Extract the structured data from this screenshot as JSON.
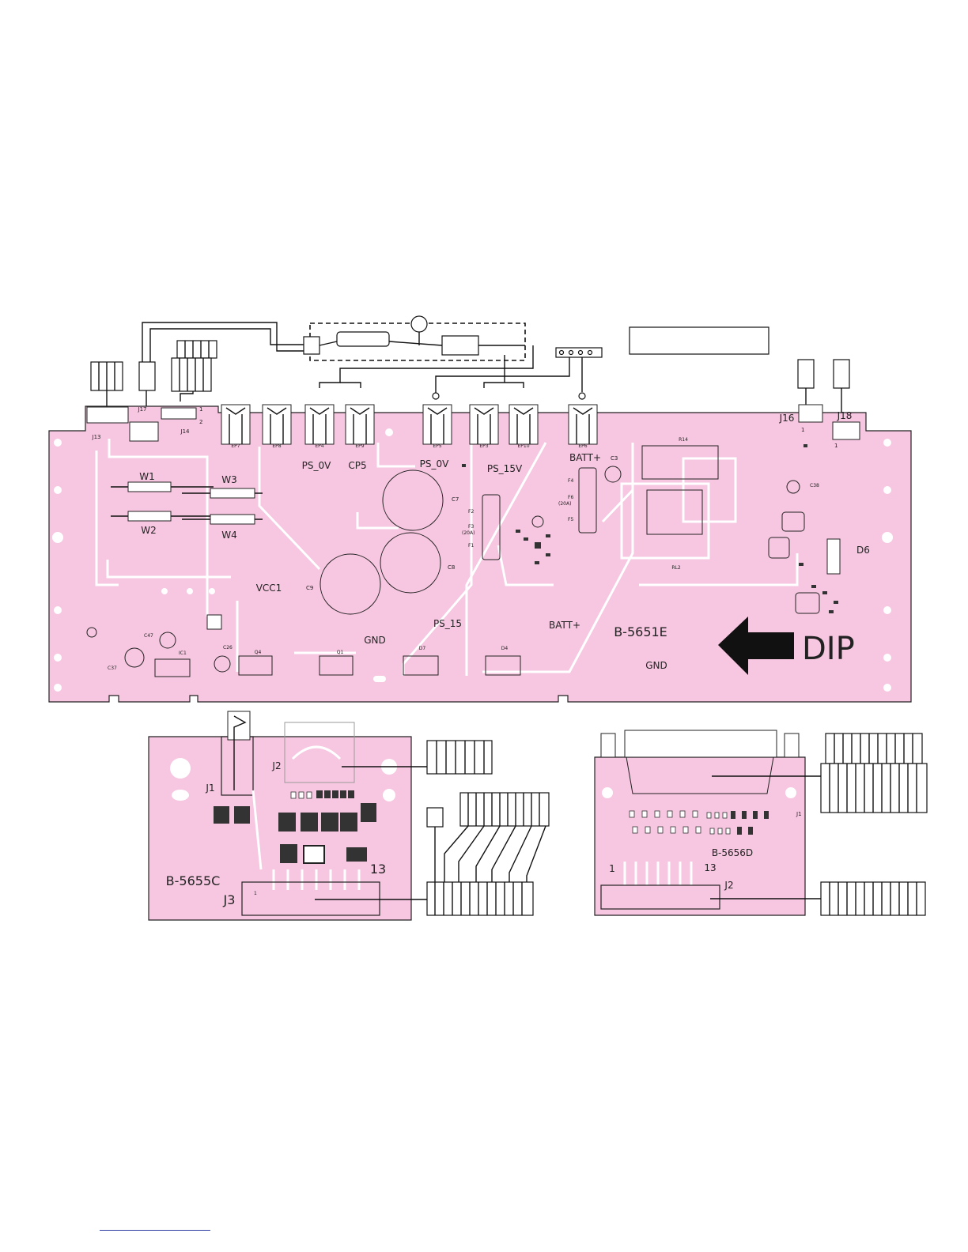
{
  "main_board": {
    "name": "B-5651E",
    "connectors": [
      "J13",
      "J17",
      "J14",
      "J16",
      "J18"
    ],
    "connector_pins": {
      "j14_1": "1",
      "j14_2": "2",
      "j16_1": "1",
      "j18_1": "1"
    },
    "eyelets": [
      "EP7",
      "EP8",
      "EP4",
      "EP9",
      "EP5",
      "EP3",
      "EP10",
      "EP6"
    ],
    "wires": [
      "W1",
      "W2",
      "W3",
      "W4"
    ],
    "nets": {
      "ps0v_a": "PS_0V",
      "cp5": "CP5",
      "ps0v_b": "PS_0V",
      "ps15v": "PS_15V",
      "batt_a": "BATT+",
      "vcc1": "VCC1",
      "gnd_a": "GND",
      "ps15": "PS_15",
      "batt_b": "BATT+",
      "gnd_b": "GND"
    },
    "parts": {
      "c7": "C7",
      "c8": "C8",
      "c9": "C9",
      "c3": "C3",
      "c38": "C38",
      "c47": "C47",
      "c37": "C37",
      "c26": "C26",
      "ic1": "IC1",
      "q4": "Q4",
      "q1": "Q1",
      "d7": "D7",
      "d4": "D4",
      "d6": "D6",
      "r14": "R14",
      "rl2": "RL2",
      "f1": "F1",
      "f2": "F2",
      "f3": "F3",
      "f3_rating": "(20A)",
      "f4": "F4",
      "f5": "F5",
      "f6": "F6",
      "f6_rating": "(20A)"
    },
    "arrow_label": "DIP"
  },
  "board_c": {
    "name": "B-5655C",
    "j1": "J1",
    "j2": "J2",
    "j3": "J3",
    "pin_13": "13",
    "pin_1": "1"
  },
  "board_d": {
    "name": "B-5656D",
    "j1": "J1",
    "j2": "J2",
    "pin_1": "1",
    "pin_13": "13"
  }
}
